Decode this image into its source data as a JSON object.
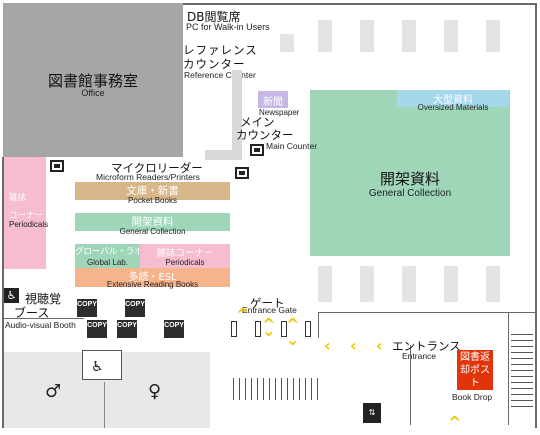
{
  "colors": {
    "office": "#a6a6a6",
    "general_collection": "#9fd6b8",
    "periodicals": "#f5bcd2",
    "pocket_books": "#d7b68a",
    "extensive_reading": "#f7b48c",
    "newspaper": "#c7b7e4",
    "oversized": "#a6d8ec",
    "restroom": "#e8e8e8",
    "book_drop": "#e2340b",
    "arrow": "#f0c800"
  },
  "areas": {
    "db_room": {
      "jp": "DB閲覧席",
      "en": "PC for Walk-in Users"
    },
    "reference": {
      "jp_line1": "レファレンス",
      "jp_line2": "カウンター",
      "en": "Reference Counter"
    },
    "office": {
      "jp": "図書館事務室",
      "en": "Office"
    },
    "newspaper": {
      "jp": "新聞",
      "en": "Newspaper"
    },
    "oversized": {
      "jp": "大型資料",
      "en": "Oversized Materials"
    },
    "main_counter": {
      "jp_line1": "メイン",
      "jp_line2": "カウンター",
      "en": "Main Counter"
    },
    "general_collection": {
      "jp": "開架資料",
      "en": "General Collection"
    },
    "microform": {
      "jp": "マイクロリーダー",
      "en": "Microform Readers/Printers"
    },
    "periodicals_corner": {
      "jp_line1": "雑誌",
      "jp_line2": "コーナー",
      "en": "Periodicals"
    },
    "pocket_books": {
      "jp": "文庫・新書",
      "en": "Pocket Books"
    },
    "general_small": {
      "jp": "開架資料",
      "en": "General Collection"
    },
    "global_lab": {
      "jp": "グローバル・ラボ",
      "en": "Global Lab."
    },
    "periodicals_small": {
      "jp": "雑誌コーナー",
      "en": "Periodicals"
    },
    "extensive_reading": {
      "jp": "多読・ESL",
      "en": "Extensive Reading Books"
    },
    "av_booth": {
      "jp_line1": "視聴覚",
      "jp_line2": "ブース",
      "en": "Audio-visual Booth"
    },
    "gate": {
      "jp": "ゲート",
      "en": "Entrance Gate"
    },
    "entrance": {
      "jp": "エントランス",
      "en": "Entrance"
    },
    "book_drop": {
      "jp": "図書返却ポスト",
      "en": "Book Drop"
    }
  },
  "copy_label": "COPY",
  "icons": [
    "pc-terminal-icon",
    "wheelchair-icon",
    "man-restroom-icon",
    "woman-restroom-icon",
    "elevator-icon",
    "copy-machine-icon",
    "arrow-chevron-icon"
  ]
}
